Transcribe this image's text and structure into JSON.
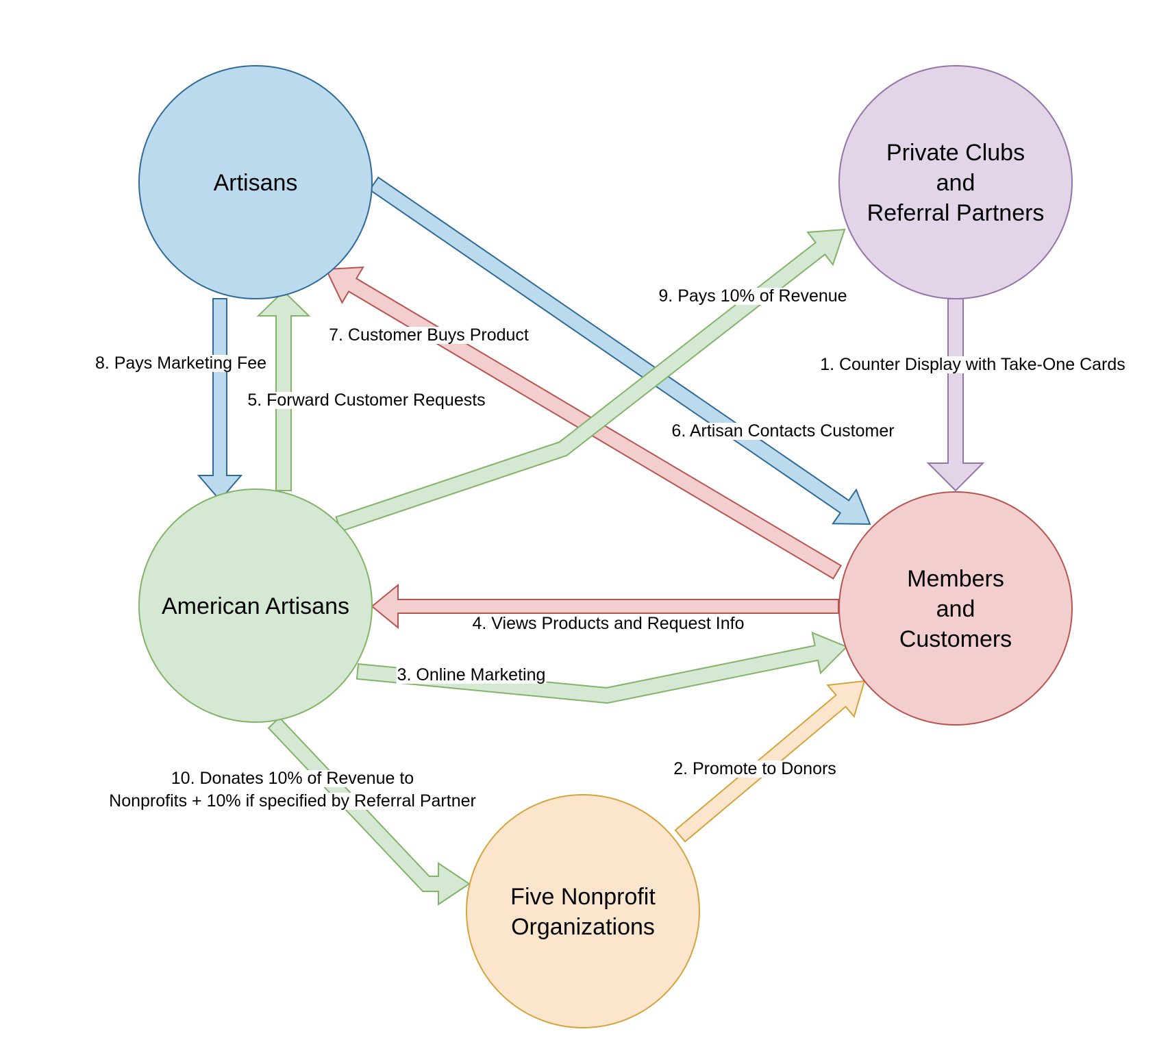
{
  "diagram": {
    "nodes": [
      {
        "id": "artisans",
        "lines": [
          "Artisans"
        ],
        "fill": "#bbdaee",
        "stroke": "#2e6a96"
      },
      {
        "id": "private-clubs",
        "lines": [
          "Private Clubs",
          "and",
          "Referral Partners"
        ],
        "fill": "#e1d5e7",
        "stroke": "#9673a6"
      },
      {
        "id": "american-artisans",
        "lines": [
          "American Artisans"
        ],
        "fill": "#d5e8d4",
        "stroke": "#82b366"
      },
      {
        "id": "members",
        "lines": [
          "Members",
          "and",
          "Customers"
        ],
        "fill": "#f2cece",
        "stroke": "#b85450"
      },
      {
        "id": "nonprofits",
        "lines": [
          "Five Nonprofit",
          "Organizations"
        ],
        "fill": "#fbe5cd",
        "stroke": "#d6a33b"
      }
    ],
    "edges": [
      {
        "id": "edge-1",
        "from": "private-clubs",
        "to": "members",
        "lines": [
          "1. Counter Display with Take-One Cards"
        ],
        "fill": "#e1d5e7",
        "stroke": "#9673a6"
      },
      {
        "id": "edge-2",
        "from": "nonprofits",
        "to": "members",
        "lines": [
          "2. Promote to Donors"
        ],
        "fill": "#fbe5cd",
        "stroke": "#d6a33b"
      },
      {
        "id": "edge-3",
        "from": "american-artisans",
        "to": "members",
        "lines": [
          "3. Online Marketing"
        ],
        "fill": "#d5e8d4",
        "stroke": "#82b366"
      },
      {
        "id": "edge-4",
        "from": "members",
        "to": "american-artisans",
        "lines": [
          "4. Views Products and Request Info"
        ],
        "fill": "#f2cece",
        "stroke": "#b85450"
      },
      {
        "id": "edge-5",
        "from": "american-artisans",
        "to": "artisans",
        "lines": [
          "5. Forward Customer Requests"
        ],
        "fill": "#d5e8d4",
        "stroke": "#82b366"
      },
      {
        "id": "edge-6",
        "from": "artisans",
        "to": "members",
        "lines": [
          "6. Artisan Contacts Customer"
        ],
        "fill": "#bbdaee",
        "stroke": "#2e6a96"
      },
      {
        "id": "edge-7",
        "from": "members",
        "to": "artisans",
        "lines": [
          "7. Customer Buys Product"
        ],
        "fill": "#f2cece",
        "stroke": "#b85450"
      },
      {
        "id": "edge-8",
        "from": "artisans",
        "to": "american-artisans",
        "lines": [
          "8. Pays Marketing Fee"
        ],
        "fill": "#bbdaee",
        "stroke": "#2e6a96"
      },
      {
        "id": "edge-9",
        "from": "american-artisans",
        "to": "private-clubs",
        "lines": [
          "9. Pays 10% of Revenue"
        ],
        "fill": "#d5e8d4",
        "stroke": "#82b366"
      },
      {
        "id": "edge-10",
        "from": "american-artisans",
        "to": "nonprofits",
        "lines": [
          "10. Donates 10% of Revenue to",
          "Nonprofits + 10% if specified by Referral Partner"
        ],
        "fill": "#d5e8d4",
        "stroke": "#82b366"
      }
    ]
  }
}
